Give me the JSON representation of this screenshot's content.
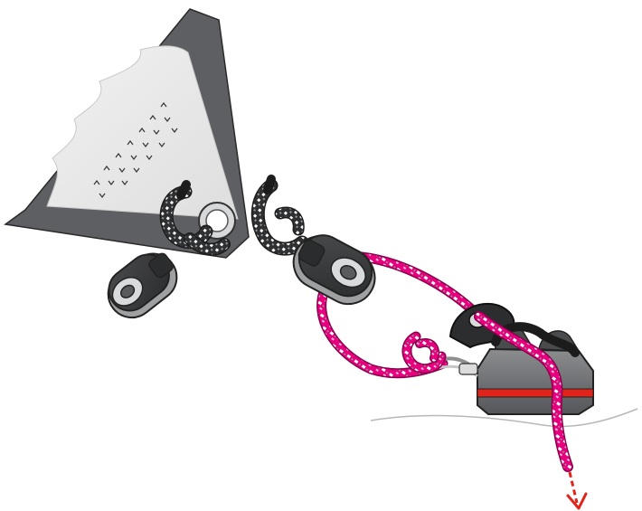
{
  "illustration": {
    "subject": "sail-clew-cunningham-purchase-system",
    "parts": [
      "sail-corner",
      "cringle-ring",
      "soft-shackle",
      "swivel-block",
      "rope",
      "fairlead",
      "cam-cleat",
      "pull-direction-arrow"
    ]
  },
  "colors": {
    "sail_frame": "#5e5f62",
    "sail_panel": "#ececec",
    "rope_base": "#e6007e",
    "rope_fleck": "#ffffff",
    "rope_shadow": "#b20062",
    "block_dark": "#3a3b3d",
    "block_light": "#d9dadb",
    "cleat_body": "#6d6e70",
    "cleat_stripe": "#e2231a",
    "arrow": "#e2231a",
    "deck_line": "#b8b8b8",
    "outline": "#222222"
  }
}
